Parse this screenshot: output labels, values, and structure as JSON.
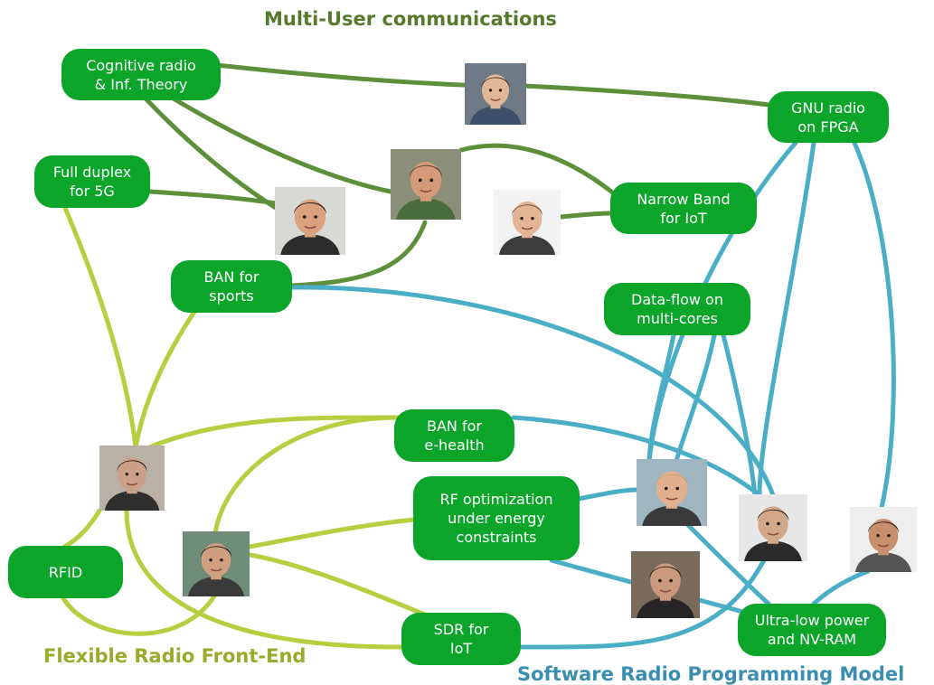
{
  "titles": {
    "multi_user": "Multi-User communications",
    "flexible_radio": "Flexible Radio Front-End",
    "software_radio": "Software Radio Programming Model"
  },
  "colors": {
    "node_green": "#0ba52a",
    "edge_dark_green": "#5e8f3a",
    "edge_light_green": "#b5cf40",
    "edge_blue": "#4aaec7",
    "title_dark_green": "#557a2b",
    "title_light_green": "#9aaa2a",
    "title_blue": "#3a8fb0"
  },
  "nodes": {
    "cognitive": "Cognitive radio\n& Inf. Theory",
    "gnu": "GNU radio\non FPGA",
    "fullduplex": "Full duplex\nfor 5G",
    "narrowband": "Narrow Band\nfor IoT",
    "bansports": "BAN for\nsports",
    "dataflow": "Data-flow on\nmulti-cores",
    "banehealth": "BAN for\ne-health",
    "rfopt": "RF optimization\nunder energy\nconstraints",
    "rfid": "RFID",
    "sdr": "SDR for\nIoT",
    "ultralow": "Ultra-low power\nand NV-RAM"
  },
  "photos": [
    "person-photo",
    "person-photo",
    "person-photo",
    "person-photo",
    "person-photo",
    "person-photo",
    "person-photo",
    "person-photo",
    "person-photo",
    "person-photo"
  ]
}
